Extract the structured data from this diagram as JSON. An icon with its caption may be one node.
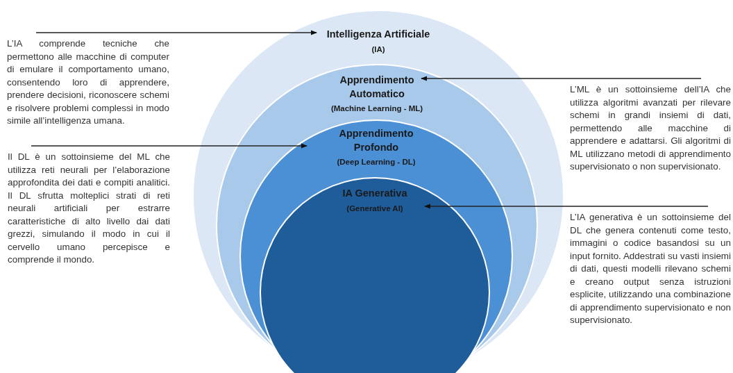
{
  "diagram": {
    "nodes": [
      {
        "text": [
          "Intelligenza Artificiale",
          "(IA)"
        ]
      },
      {
        "text": [
          "Apprendimento Automatico",
          "(Machine Learning - ML)"
        ],
        "in": 0
      },
      {
        "text": [
          "Apprendimento Profondo",
          "(Deep Learning - DL)"
        ],
        "in": 1
      },
      {
        "text": [
          "IA Generativa",
          "(Generative AI)"
        ],
        "in": 2
      },
      {
        "text": [
          "L’IA comprende tecniche che permettono alle macchine di computer di emulare il comportamento umano, consentendo loro di apprendere, prendere decisioni, riconoscere schemi e risolvere problemi complessi in modo simile all’intelligenza umana."
        ]
      },
      {
        "text": [
          "L’ML è un sottoinsieme dell’IA che utilizza algoritmi avanzati per rilevare schemi in grandi insiemi di dati, permettendo alle macchine di apprendere e adattarsi. Gli algoritmi di ML utilizzano metodi di apprendimento supervisionato o non supervisionato."
        ]
      },
      {
        "text": [
          "Il DL è un sottoinsieme del ML che utilizza reti neurali per l’elaborazione approfondita dei dati e compiti analitici. Il DL sfrutta molteplici strati di reti neurali artificiali per estrarre caratteristiche di alto livello dai dati grezzi, simulando il modo in cui il cervello umano percepisce e comprende il mondo."
        ]
      },
      {
        "text": [
          "L’IA generativa è un sottoinsieme del DL che genera contenuti come testo, immagini o codice basandosi su un input fornito. Addestrati su vasti insiemi di dati, questi modelli rilevano schemi e creano output senza istruzioni esplicite, utilizzando una combinazione di apprendimento supervisionato e non supervisionato."
        ]
      }
    ],
    "edges": [
      {
        "from": 4,
        "to": 0,
        "arrow": "to"
      },
      {
        "from": 5,
        "to": 1,
        "arrow": "to"
      },
      {
        "from": 6,
        "to": 2,
        "arrow": "to"
      },
      {
        "from": 7,
        "to": 3,
        "arrow": "to"
      }
    ]
  }
}
